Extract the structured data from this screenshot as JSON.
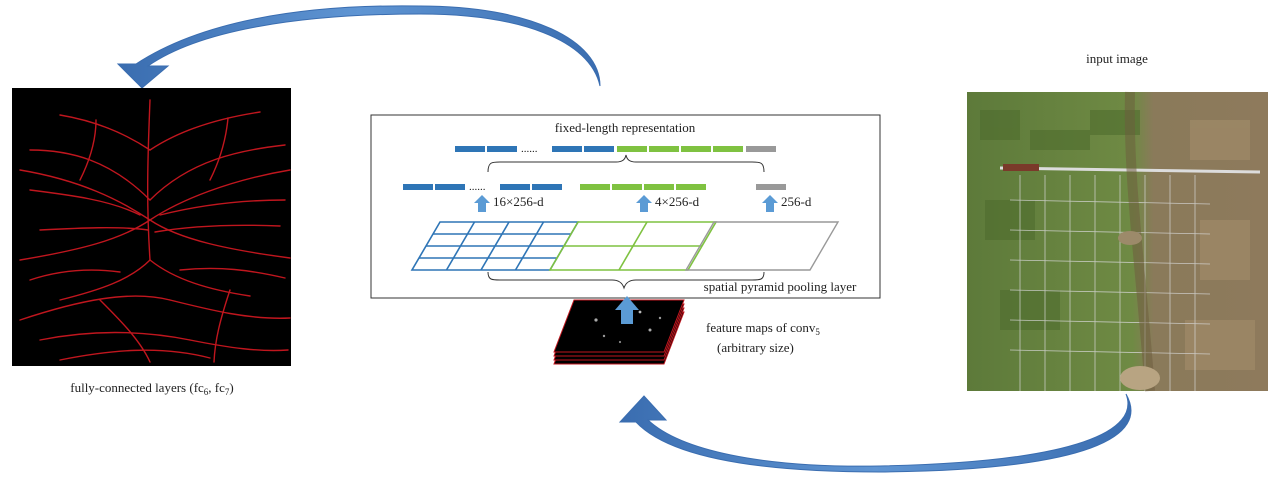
{
  "labels": {
    "input_image": "input image",
    "fixed_length": "fixed-length representation",
    "dots": "......",
    "dim_16": "16×256-d",
    "dim_4": "4×256-d",
    "dim_1": "256-d",
    "spp_layer": "spatial pyramid pooling layer",
    "feature_maps_prefix": "feature maps of conv",
    "feature_maps_sub": "5",
    "feature_maps_line2": "(arbitrary size)",
    "fc_prefix": "fully-connected layers (fc",
    "fc_sub1": "6",
    "fc_mid": ", fc",
    "fc_sub2": "7",
    "fc_suffix": ")"
  },
  "colors": {
    "blue": "#2e75b6",
    "green": "#7fc241",
    "gray": "#999999",
    "arrow_blue": "#4a7fc0",
    "arrow_small": "#5b9bd5",
    "vessel_red": "#c0161e"
  },
  "icons": {
    "curved_arrow": "curved-arrow-icon",
    "up_arrow": "up-arrow-icon"
  }
}
